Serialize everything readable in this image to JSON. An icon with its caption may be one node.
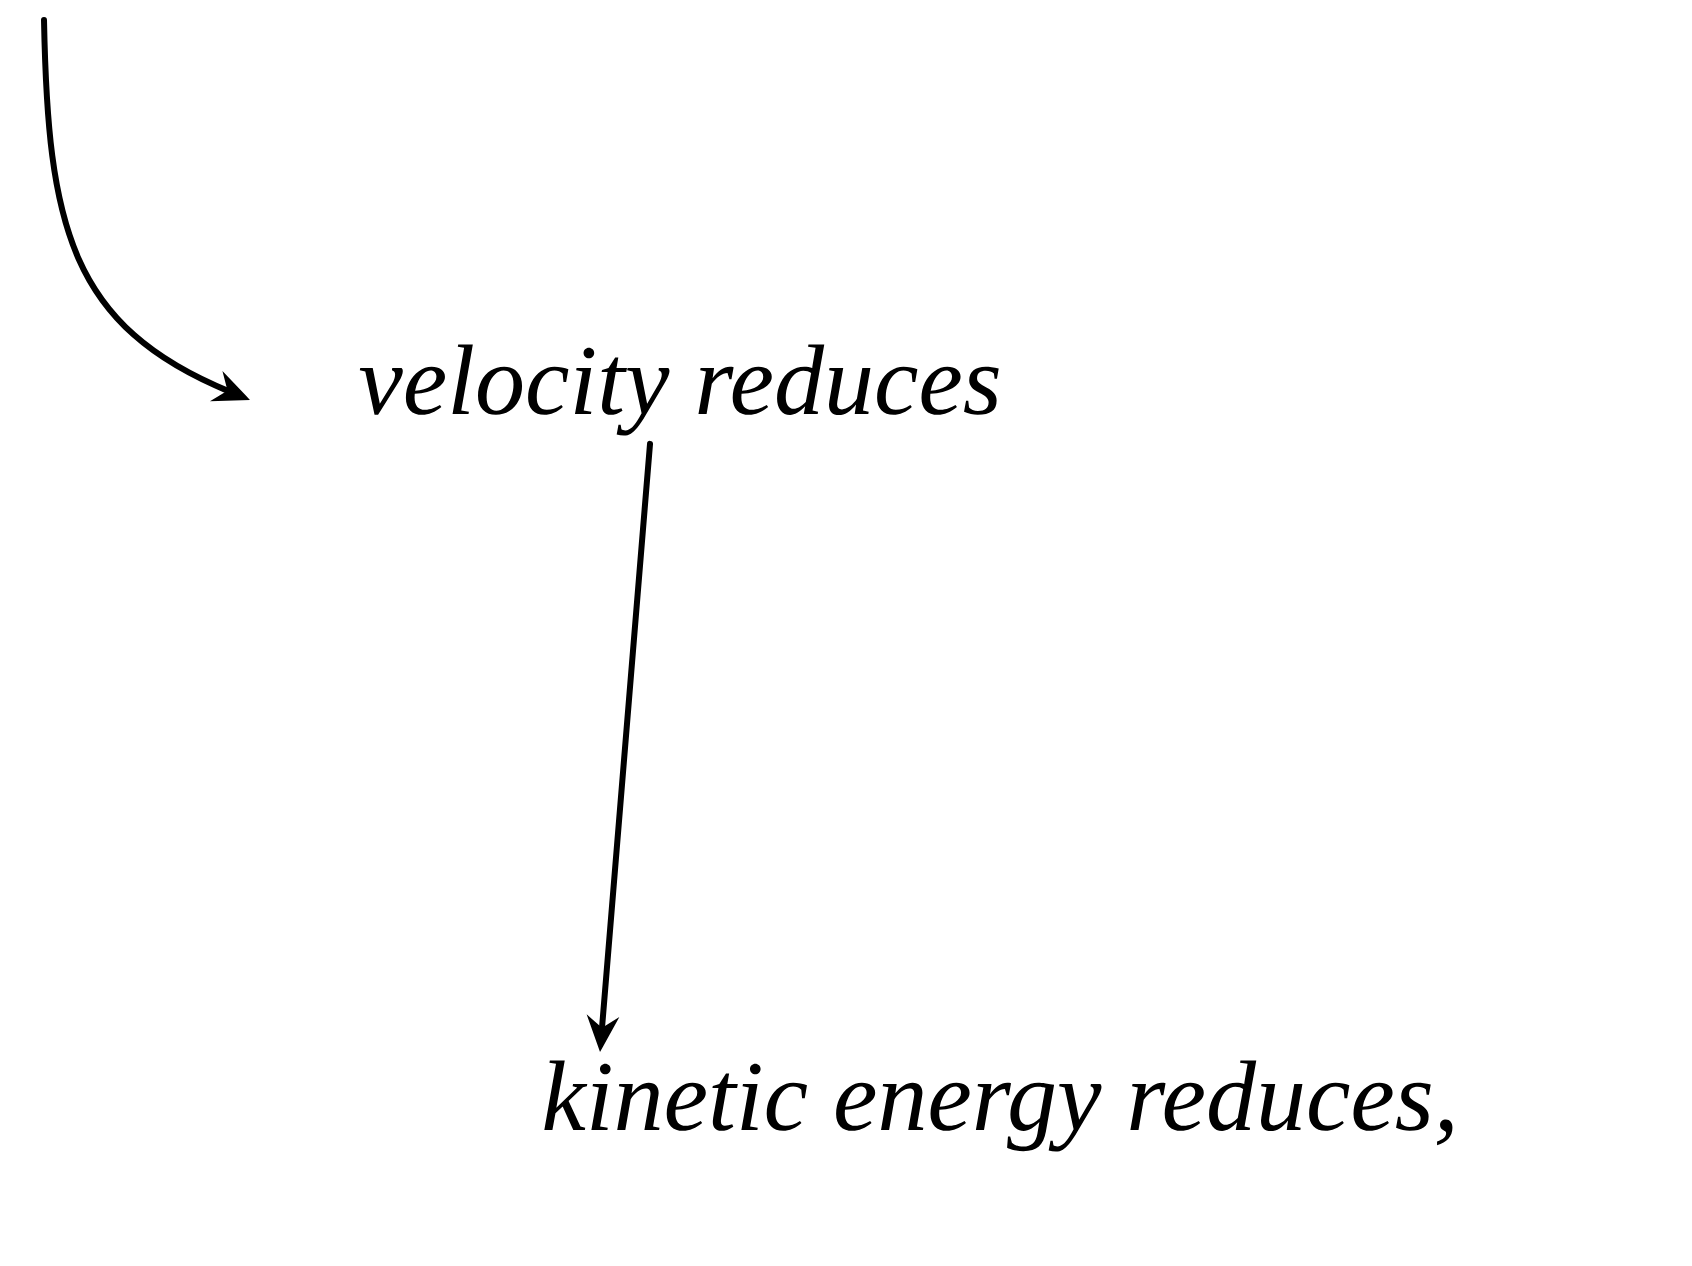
{
  "diagram": {
    "nodes": [
      {
        "text": [
          "velocity reduces"
        ]
      },
      {
        "text": [
          "kinetic energy reduces,"
        ]
      }
    ],
    "edges": [
      {
        "from": null,
        "to": 0,
        "arrow": "to"
      },
      {
        "from": 0,
        "to": 1,
        "arrow": "to"
      }
    ]
  }
}
